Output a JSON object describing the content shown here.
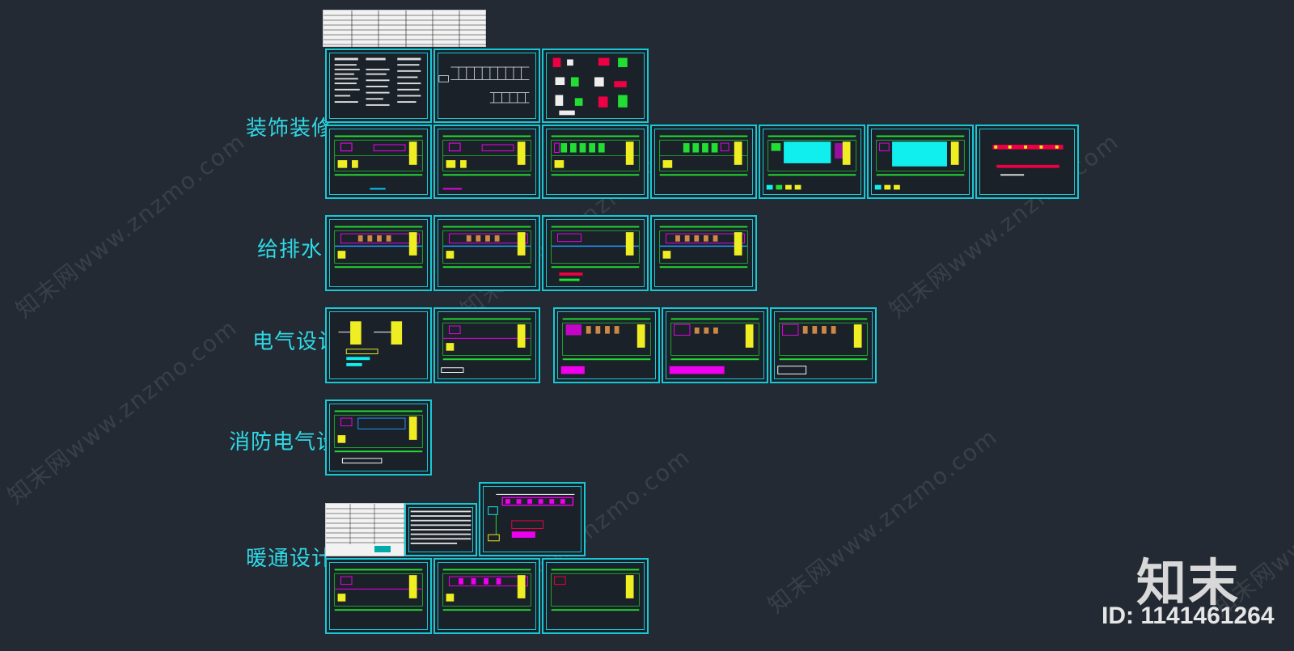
{
  "sections": [
    {
      "label": "装饰装修"
    },
    {
      "label": "给排水"
    },
    {
      "label": "电气设计"
    },
    {
      "label": "消防电气设计"
    },
    {
      "label": "暖通设计"
    }
  ],
  "watermark_text": "知末网www.znzmo.com",
  "brand": {
    "logo": "知末",
    "id_text": "ID: 1141461264"
  },
  "colors": {
    "background": "#232a33",
    "frame": "#16c9d6",
    "label": "#2fd9e6"
  }
}
